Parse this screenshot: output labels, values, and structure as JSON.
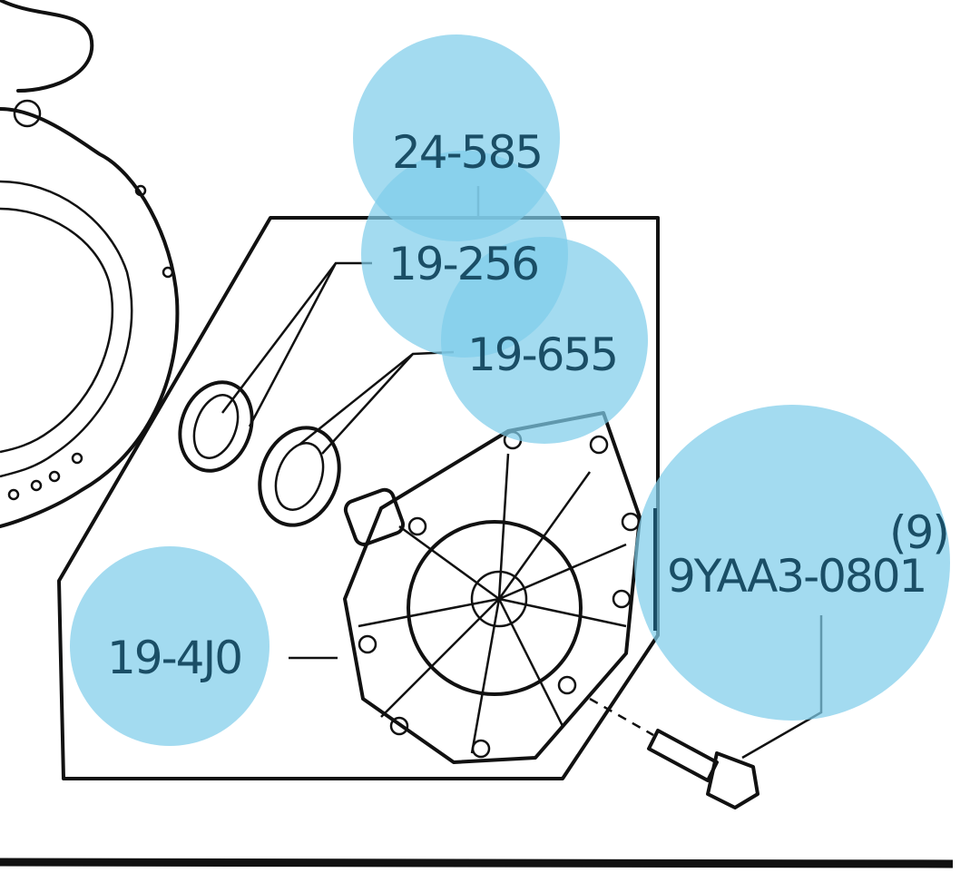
{
  "diagram": {
    "callouts": [
      {
        "id": "24-585",
        "label": "24-585"
      },
      {
        "id": "19-256",
        "label": "19-256"
      },
      {
        "id": "19-655",
        "label": "19-655"
      },
      {
        "id": "19-4J0",
        "label": "19-4J0"
      },
      {
        "id": "9YAA3-0801",
        "label": "9YAA3-0801",
        "quantity": "(9)"
      }
    ],
    "highlight_color": "#7fcdea",
    "label_color": "#1a4e66"
  }
}
